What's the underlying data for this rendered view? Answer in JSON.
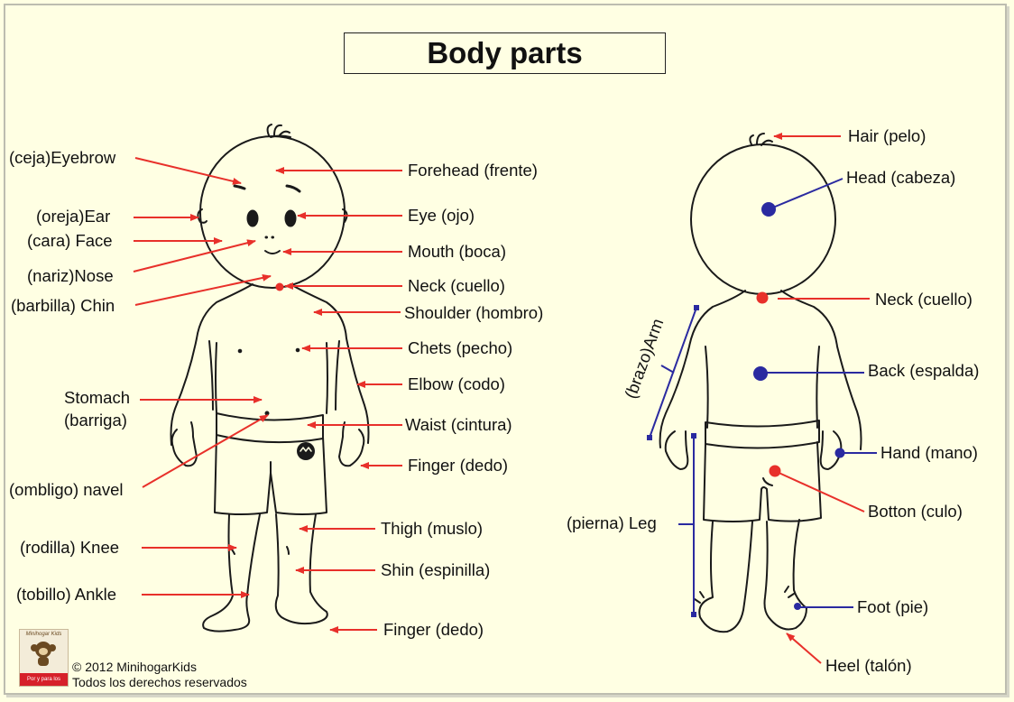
{
  "title": "Body parts",
  "copyright": {
    "line1": "© 2012 MinihogarKids",
    "line2": "Todos los derechos reservados",
    "logo_brand": "Minihogar Kids",
    "logo_tag": "Por y para los niños"
  },
  "front_labels": {
    "eyebrow": "(ceja)Eyebrow",
    "ear": "(oreja)Ear",
    "face": "(cara) Face",
    "nose": "(nariz)Nose",
    "chin": "(barbilla) Chin",
    "stomach_1": "Stomach",
    "stomach_2": "(barriga)",
    "navel": "(ombligo) navel",
    "knee": "(rodilla) Knee",
    "ankle": "(tobillo) Ankle",
    "forehead": "Forehead (frente)",
    "eye": "Eye (ojo)",
    "mouth": "Mouth (boca)",
    "neck": "Neck (cuello)",
    "shoulder": "Shoulder (hombro)",
    "chest": "Chets (pecho)",
    "elbow": "Elbow (codo)",
    "waist": "Waist (cintura)",
    "finger": "Finger (dedo)",
    "thigh": "Thigh (muslo)",
    "shin": "Shin (espinilla)",
    "toe": "Finger (dedo)"
  },
  "back_labels": {
    "hair": "Hair (pelo)",
    "head": "Head (cabeza)",
    "neck": "Neck (cuello)",
    "back": "Back (espalda)",
    "hand": "Hand (mano)",
    "bottom": "Botton (culo)",
    "foot": "Foot (pie)",
    "heel": "Heel (talón)",
    "arm": "(brazo)Arm",
    "leg": "(pierna) Leg"
  },
  "colors": {
    "arrow_red": "#e8302a",
    "marker_blue": "#2a2aa0",
    "outline": "#1a1a1a",
    "background": "#ffffe3"
  }
}
